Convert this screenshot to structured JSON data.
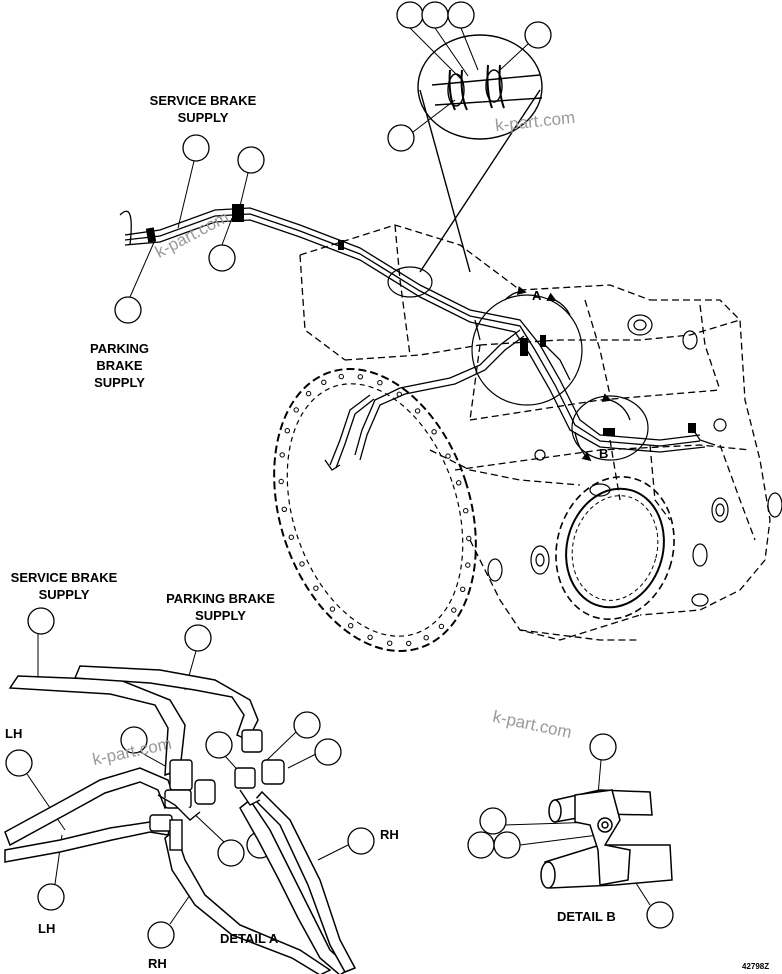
{
  "labels": {
    "service_brake_top_1": "SERVICE BRAKE",
    "service_brake_top_2": "SUPPLY",
    "parking_brake_mid_1": "PARKING",
    "parking_brake_mid_2": "BRAKE",
    "parking_brake_mid_3": "SUPPLY",
    "service_brake_detail_1": "SERVICE BRAKE",
    "service_brake_detail_2": "SUPPLY",
    "parking_brake_detail_1": "PARKING BRAKE",
    "parking_brake_detail_2": "SUPPLY",
    "lh_upper": "LH",
    "lh_lower": "LH",
    "rh_right": "RH",
    "rh_bottom": "RH",
    "detail_a": "DETAIL A",
    "detail_b": "DETAIL B",
    "view_a": "A",
    "view_b": "B"
  },
  "watermarks": [
    "k-part.com",
    "k-part.com",
    "k-part.com",
    "k-part.com"
  ],
  "drawing_number": "42798Z"
}
